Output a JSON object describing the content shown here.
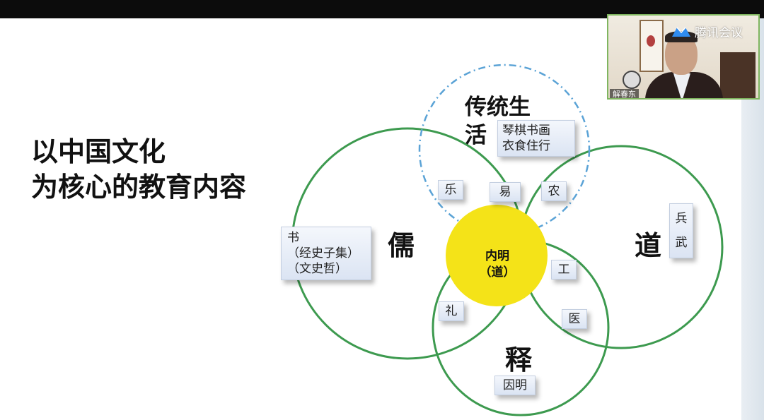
{
  "slide": {
    "title_line1": "以中国文化",
    "title_line2": "为核心的教育内容"
  },
  "diagram": {
    "top": {
      "label": "传统生活",
      "box": [
        "琴棋书画",
        "衣食住行"
      ]
    },
    "left": {
      "label": "儒",
      "box": [
        "书",
        "（经史子集）",
        "（文史哲）"
      ]
    },
    "right": {
      "label": "道",
      "box": [
        "兵",
        "武"
      ]
    },
    "bottom": {
      "label": "释",
      "box": "因明"
    },
    "center": {
      "line1": "内明",
      "line2": "（道）"
    },
    "overlaps": {
      "top_left": "乐",
      "top_center": "易",
      "top_right": "农",
      "left_bottom": "礼",
      "right_bottom_upper": "工",
      "right_bottom_lower": "医"
    },
    "colors": {
      "circle": "#3d9a4f",
      "dashed_circle": "#5ba3d6",
      "center_fill": "#f4e318"
    }
  },
  "video": {
    "brand": "腾讯会议",
    "participant_name": "解春东"
  }
}
